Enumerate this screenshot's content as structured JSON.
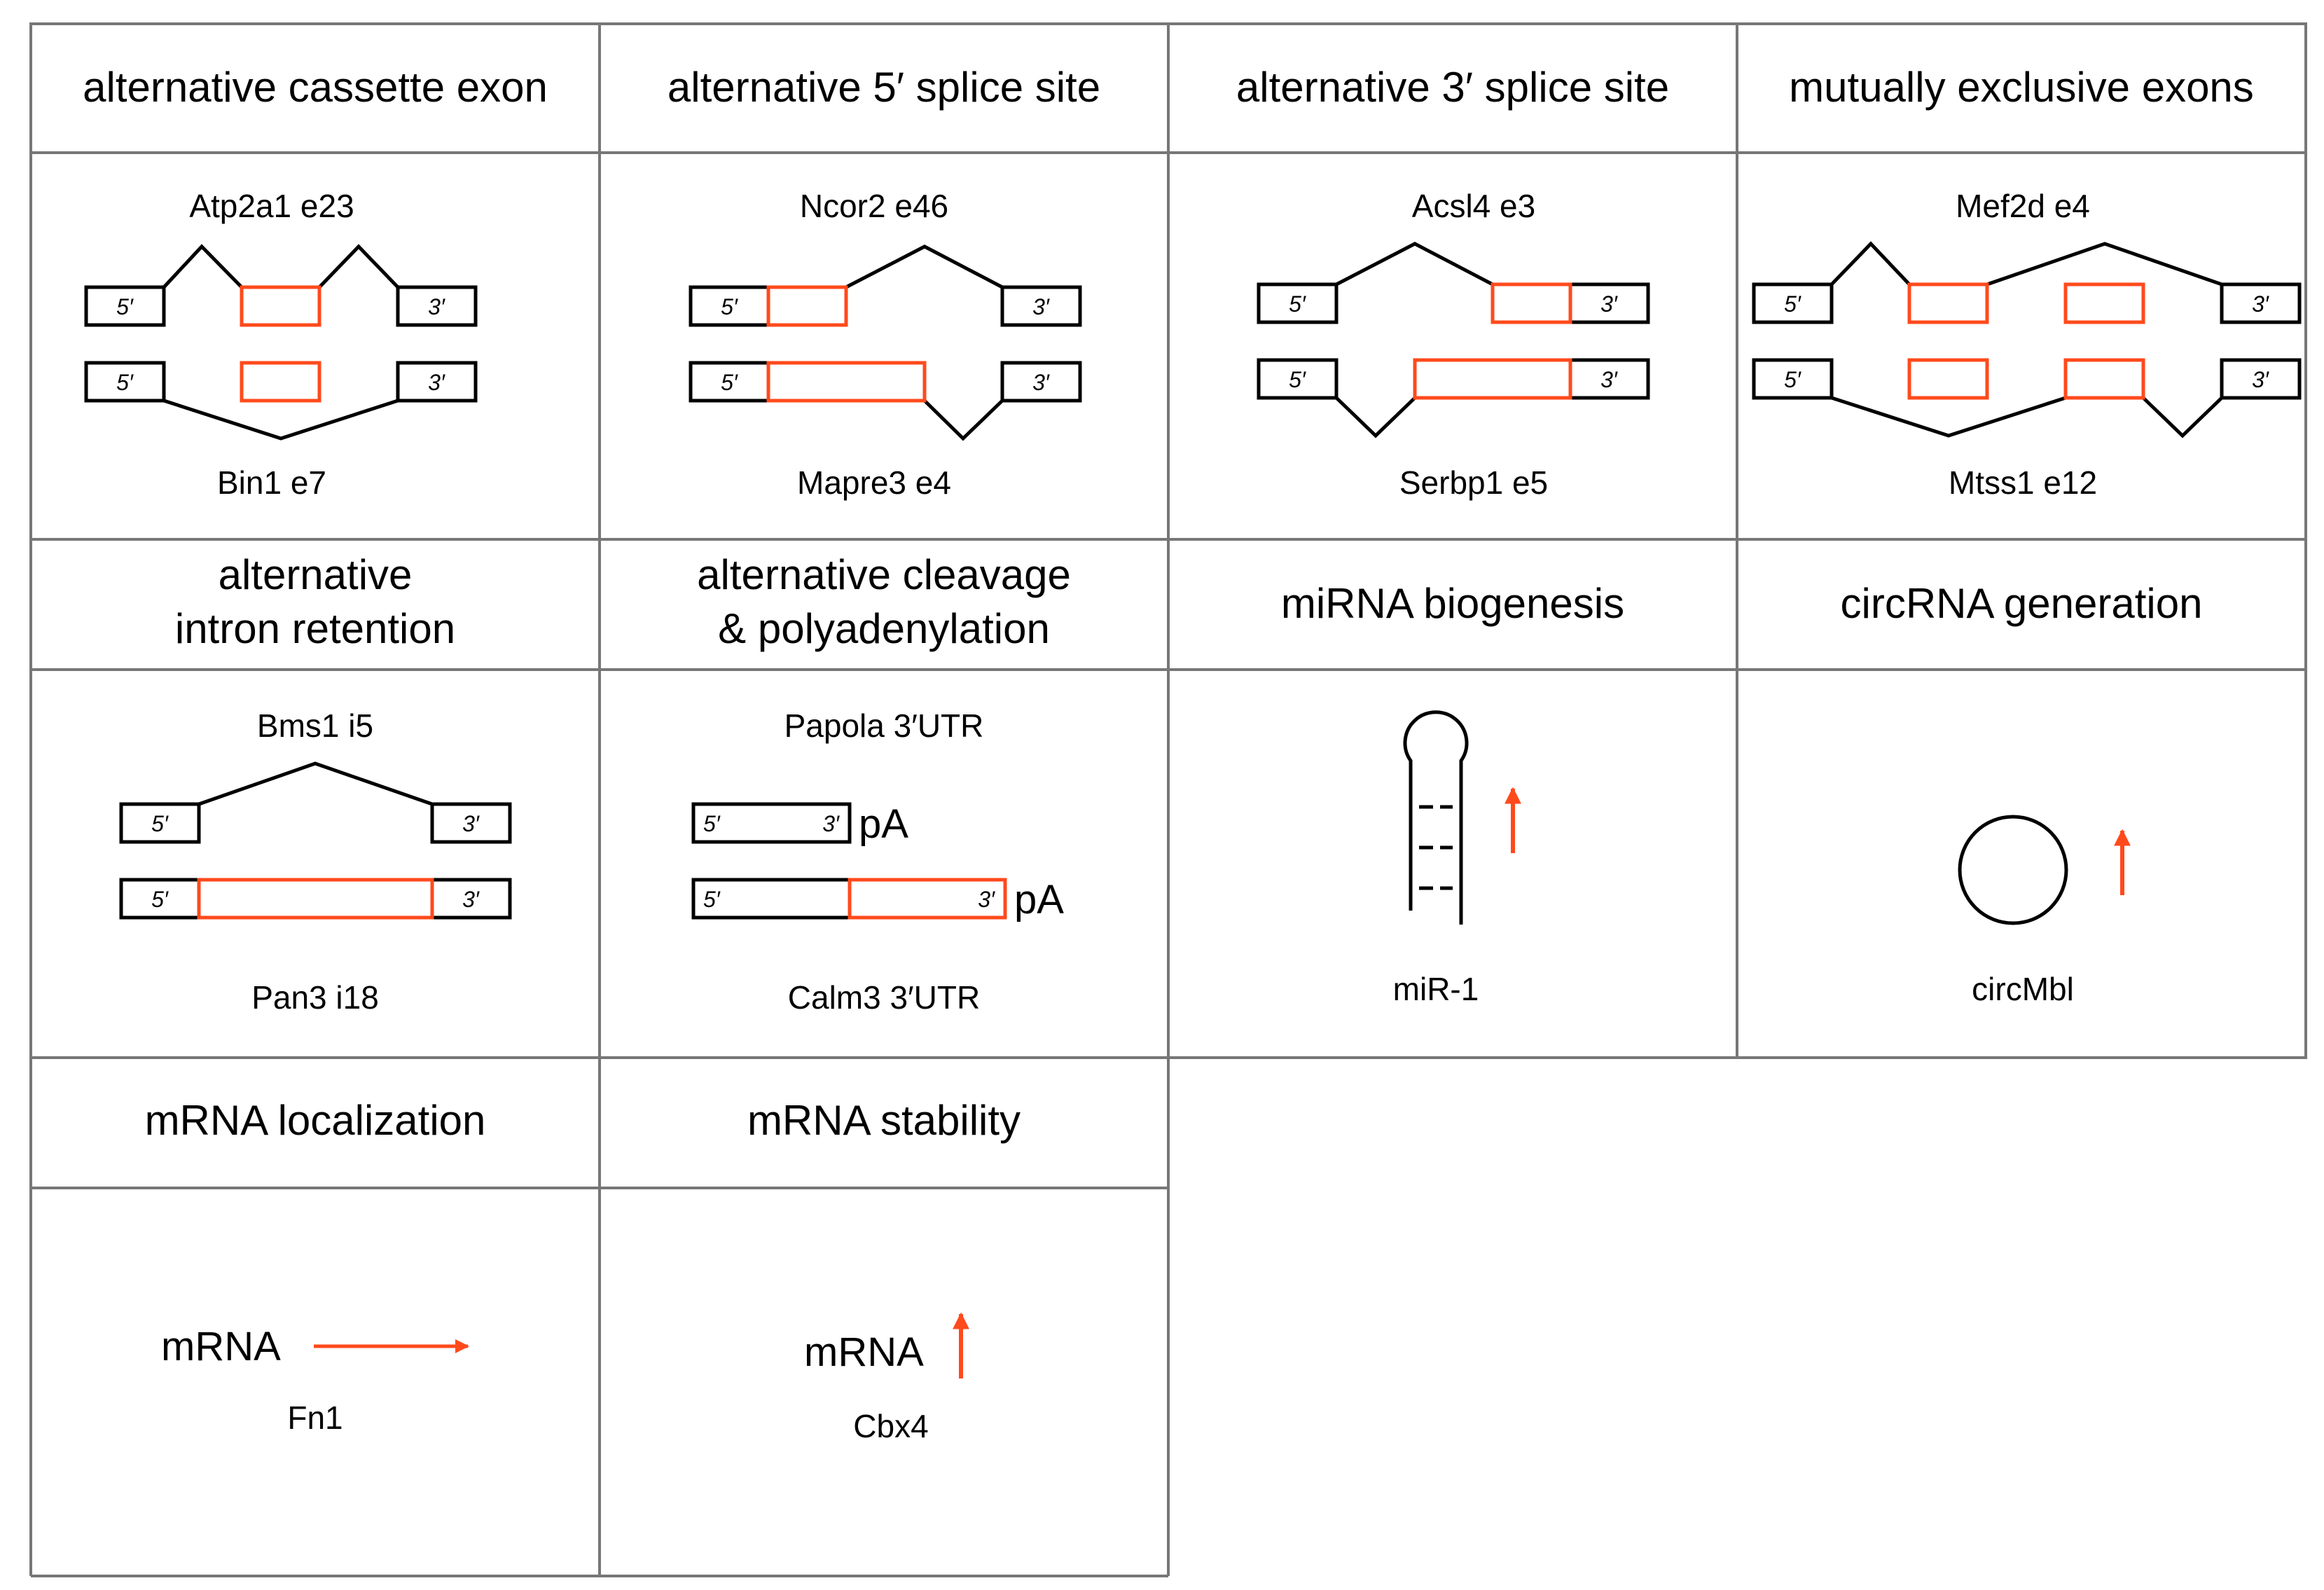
{
  "colors": {
    "grid": "#777777",
    "line": "#000000",
    "highlight": "#ff4a1c",
    "background": "#ffffff"
  },
  "end_labels": {
    "five_prime": "5′",
    "three_prime": "3′"
  },
  "panels": {
    "cassette": {
      "title": "alternative cassette exon",
      "top_label": "Atp2a1 e23",
      "bottom_label": "Bin1 e7"
    },
    "five_prime": {
      "title": "alternative 5′ splice site",
      "top_label": "Ncor2 e46",
      "bottom_label": "Mapre3 e4"
    },
    "three_prime": {
      "title": "alternative 3′ splice site",
      "top_label": "Acsl4 e3",
      "bottom_label": "Serbp1 e5"
    },
    "mutex": {
      "title": "mutually exclusive exons",
      "top_label": "Mef2d e4",
      "bottom_label": "Mtss1 e12"
    },
    "intron": {
      "title_line1": "alternative",
      "title_line2": "intron retention",
      "top_label": "Bms1 i5",
      "bottom_label": "Pan3 i18"
    },
    "polya": {
      "title_line1": "alternative cleavage",
      "title_line2": "& polyadenylation",
      "top_label": "Papola 3′UTR",
      "bottom_label": "Calm3 3′UTR",
      "pa_label": "pA"
    },
    "mirna": {
      "title": "miRNA biogenesis",
      "label": "miR-1",
      "arrow_icon": "up-arrow-icon"
    },
    "circrna": {
      "title": "circRNA generation",
      "label": "circMbl",
      "arrow_icon": "up-arrow-icon"
    },
    "localization": {
      "title": "mRNA localization",
      "molecule": "mRNA",
      "label": "Fn1",
      "arrow_icon": "right-arrow-icon"
    },
    "stability": {
      "title": "mRNA stability",
      "molecule": "mRNA",
      "label": "Cbx4",
      "arrow_icon": "up-arrow-icon"
    }
  }
}
